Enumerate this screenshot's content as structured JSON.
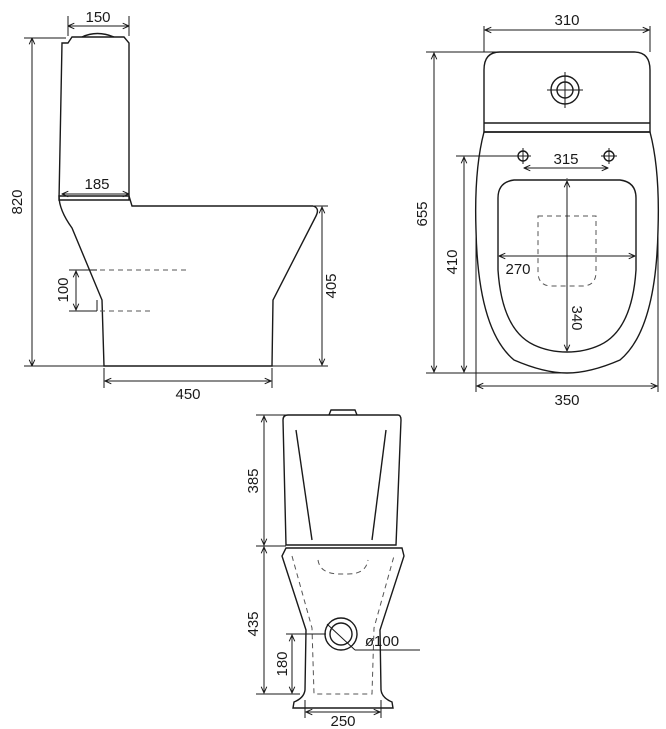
{
  "side_view": {
    "tank_width": "150",
    "tank_depth": "185",
    "total_height": "820",
    "seat_height": "405",
    "outlet_height": "100",
    "base_length": "450"
  },
  "top_view": {
    "tank_width": "310",
    "total_length": "655",
    "fixing_spacing": "315",
    "bowl_length": "410",
    "seat_width": "270",
    "seat_depth": "340",
    "overall_width": "350"
  },
  "rear_view": {
    "tank_height": "385",
    "base_height": "435",
    "outlet_center_height": "180",
    "outlet_diameter": "ø100",
    "base_width": "250"
  },
  "colors": {
    "line": "#1a1a1a",
    "background": "#ffffff"
  }
}
